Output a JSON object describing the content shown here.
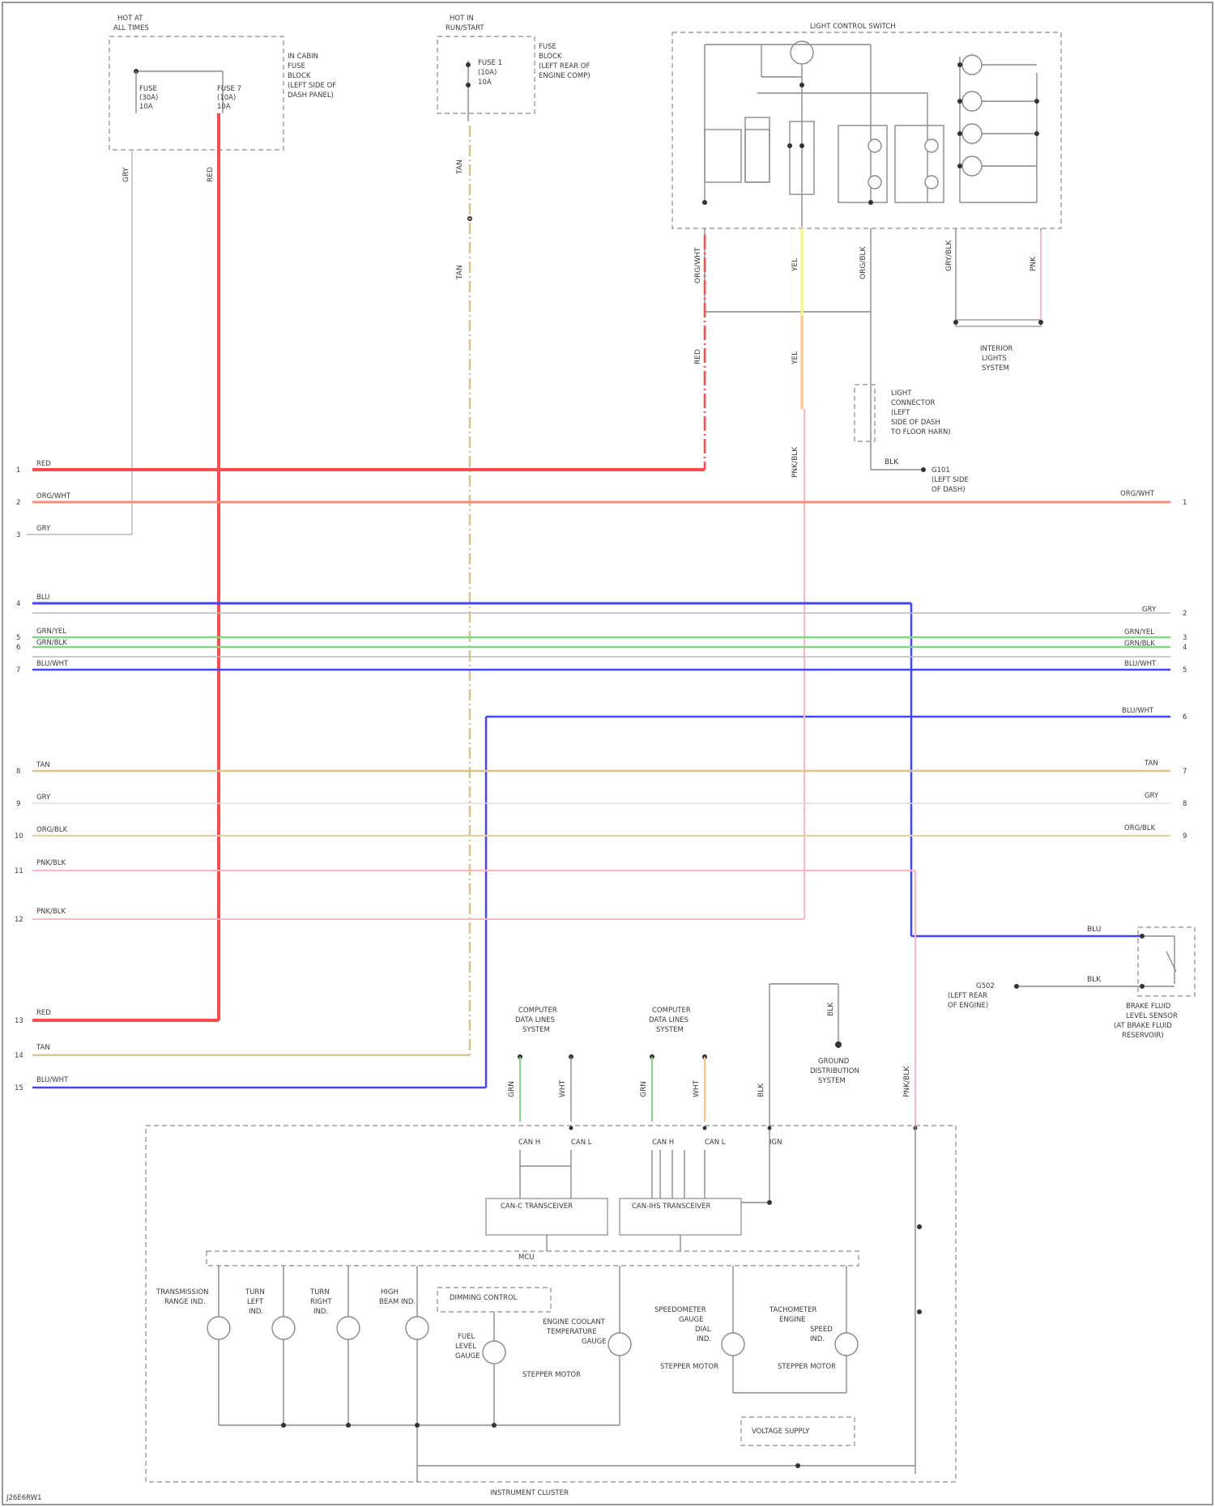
{
  "footer": {
    "left_code": "J26E6RW1",
    "instrument_cluster_label": "INSTRUMENT CLUSTER"
  },
  "colors": {
    "red": "#ff4b4b",
    "orange_red": "#ff8c7a",
    "blue": "#4545ff",
    "green": "#7fd87f",
    "tan": "#d7c58a",
    "pink": "#ffb6c1",
    "yellow": "#f7f76a",
    "orange": "#ffbf80",
    "gray_wire": "#bbbbbb",
    "line": "#8a8a8a"
  },
  "components": {
    "hot_at_all_times": [
      "HOT AT",
      "ALL TIMES"
    ],
    "fuse_a": [
      "FUSE",
      "(30A)",
      "10A"
    ],
    "fuse_b": [
      "FUSE 7",
      "(10A)",
      "10A"
    ],
    "fuse_box_a": [
      "IN CABIN",
      "FUSE",
      "BLOCK",
      "(LEFT SIDE OF",
      "DASH PANEL)"
    ],
    "hot_in_run": [
      "HOT IN",
      "RUN/START"
    ],
    "fuse_c": [
      "FUSE 1",
      "(10A)",
      "10A"
    ],
    "fuse_box_b": [
      "FUSE",
      "BLOCK",
      "(LEFT REAR OF",
      "ENGINE COMP)"
    ],
    "light_control_switch": "LIGHT CONTROL SWITCH",
    "interior_lights_system": [
      "INTERIOR",
      "LIGHTS",
      "SYSTEM"
    ],
    "light_connector": [
      "LIGHT",
      "CONNECTOR",
      "(LEFT",
      "SIDE OF DASH",
      "TO FLOOR HARN)"
    ],
    "g_left_kick": [
      "G101",
      "(LEFT SIDE",
      "OF DASH)"
    ],
    "brake_fluid_sensor": [
      "BRAKE FLUID",
      "LEVEL SENSOR",
      "(AT BRAKE FLUID",
      "RESERVOIR)"
    ],
    "g_left_kick_b": [
      "G502",
      "(LEFT REAR",
      "OF ENGINE)"
    ],
    "computer_bus_1": [
      "COMPUTER",
      "DATA LINES",
      "SYSTEM"
    ],
    "computer_bus_2": [
      "COMPUTER",
      "DATA LINES",
      "SYSTEM"
    ],
    "ground_dist": [
      "GROUND",
      "DISTRIBUTION",
      "SYSTEM"
    ],
    "can_h_label": "CAN H",
    "can_l_label": "CAN L",
    "ign_label": "IGN",
    "can_driver_a": "CAN-C TRANSCEIVER",
    "can_driver_b": "CAN-IHS TRANSCEIVER",
    "mcu_label": "MCU",
    "dimming_control": "DIMMING CONTROL",
    "voltage_supply": "VOLTAGE SUPPLY",
    "gauges": [
      [
        "TRANSMISSION",
        "RANGE IND."
      ],
      [
        "TURN",
        "LEFT",
        "IND."
      ],
      [
        "TURN",
        "RIGHT",
        "IND."
      ],
      [
        "HIGH",
        "BEAM IND."
      ],
      [
        "FUEL",
        "LEVEL",
        "GAUGE"
      ],
      [
        "ENGINE COOLANT",
        "TEMPERATURE",
        "GAUGE"
      ],
      [
        "SPEEDOMETER",
        "GAUGE",
        "DIAL",
        "IND."
      ],
      [
        "TACHOMETER",
        "ENGINE",
        "SPEED",
        "IND."
      ]
    ],
    "gauge_driver_label": "STEPPER MOTOR"
  },
  "left_wires": [
    {
      "num": "1",
      "color": "RED"
    },
    {
      "num": "2",
      "color": "ORG/WHT"
    },
    {
      "num": "3",
      "color": "GRY"
    },
    {
      "num": "4",
      "color": "BLU"
    },
    {
      "num": "5",
      "color": "GRN/YEL"
    },
    {
      "num": "6",
      "color": "GRN/BLK"
    },
    {
      "num": "7",
      "color": "BLU/WHT"
    },
    {
      "num": "8",
      "color": "TAN"
    },
    {
      "num": "9",
      "color": "GRY"
    },
    {
      "num": "10",
      "color": "ORG/BLK"
    },
    {
      "num": "11",
      "color": "PNK/BLK"
    },
    {
      "num": "12",
      "color": "PNK/BLK"
    },
    {
      "num": "13",
      "color": "RED"
    },
    {
      "num": "14",
      "color": "TAN"
    },
    {
      "num": "15",
      "color": "BLU/WHT"
    }
  ],
  "right_wires": [
    {
      "num": "1",
      "color": "ORG/WHT"
    },
    {
      "num": "2",
      "color": "GRY"
    },
    {
      "num": "3",
      "color": "GRN/YEL"
    },
    {
      "num": "4",
      "color": "GRN/BLK"
    },
    {
      "num": "5",
      "color": "BLU/WHT"
    },
    {
      "num": "6",
      "color": "BLU/WHT"
    },
    {
      "num": "7",
      "color": "TAN"
    },
    {
      "num": "8",
      "color": "GRY"
    },
    {
      "num": "9",
      "color": "ORG/BLK"
    }
  ],
  "vertical_labels": {
    "v1": "GRY",
    "v2": "RED",
    "v3": "TAN",
    "v4": "TAN",
    "v5": "ORG/WHT",
    "v6": "RED",
    "v7": "YEL",
    "v8": "YEL",
    "v9": "PNK/BLK",
    "v10": "ORG/BLK",
    "v11": "BLK",
    "v12": "GRY/BLK",
    "v13": "PNK",
    "v14": "BLK",
    "v15": "GRN",
    "v16": "WHT",
    "v17": "GRN",
    "v18": "WHT",
    "v19": "BLK",
    "v20": "PNK/BLK",
    "v21": "BLU",
    "v22": "BLK"
  }
}
